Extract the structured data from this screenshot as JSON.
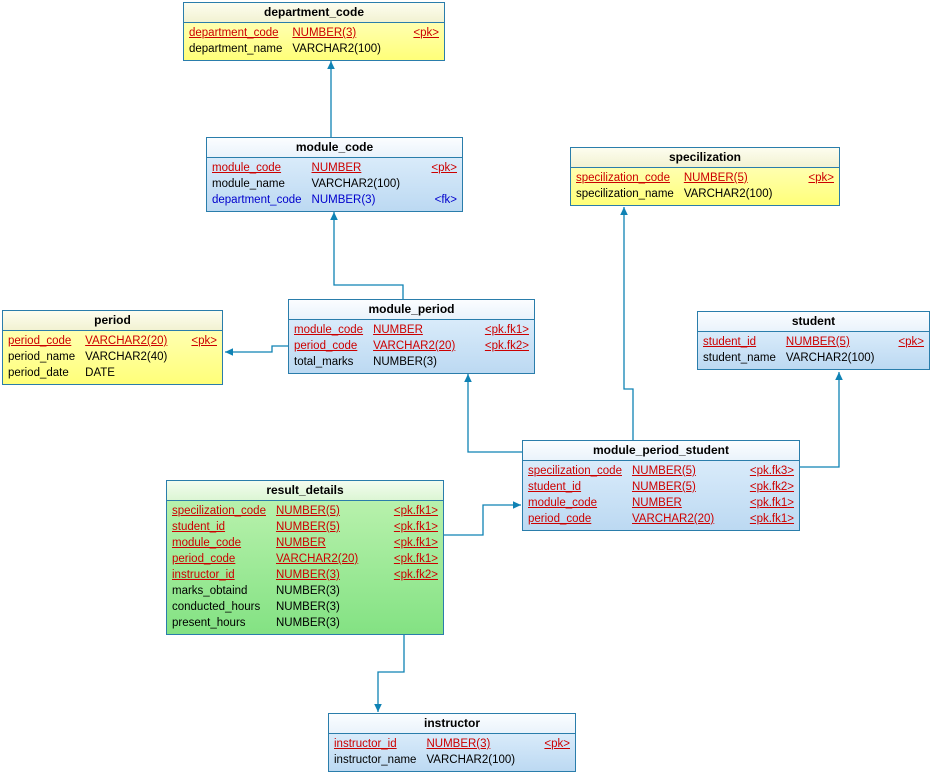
{
  "diagram": {
    "type": "physical-data-model-er-diagram",
    "colors": {
      "connector_line": "#0F82B4",
      "entity_border": "#2A7DAB",
      "pk_text": "#CC0000",
      "fk_text": "#0000CC",
      "plain_text": "#000000",
      "yellow_entity": "#FFFF8C",
      "blue_entity": "#C4DDF4",
      "green_entity": "#8FE68F"
    },
    "entities": {
      "department_code": {
        "title": "department_code",
        "rows": [
          {
            "name": "department_code",
            "type": "NUMBER(3)",
            "key": "<pk>"
          },
          {
            "name": "department_name",
            "type": "VARCHAR2(100)",
            "key": ""
          }
        ]
      },
      "module_code": {
        "title": "module_code",
        "rows": [
          {
            "name": "module_code",
            "type": "NUMBER",
            "key": "<pk>"
          },
          {
            "name": "module_name",
            "type": "VARCHAR2(100)",
            "key": ""
          },
          {
            "name": "department_code",
            "type": "NUMBER(3)",
            "key": "<fk>"
          }
        ]
      },
      "specilization": {
        "title": "specilization",
        "rows": [
          {
            "name": "specilization_code",
            "type": "NUMBER(5)",
            "key": "<pk>"
          },
          {
            "name": "specilization_name",
            "type": "VARCHAR2(100)",
            "key": ""
          }
        ]
      },
      "period": {
        "title": "period",
        "rows": [
          {
            "name": "period_code",
            "type": "VARCHAR2(20)",
            "key": "<pk>"
          },
          {
            "name": "period_name",
            "type": "VARCHAR2(40)",
            "key": ""
          },
          {
            "name": "period_date",
            "type": "DATE",
            "key": ""
          }
        ]
      },
      "module_period": {
        "title": "module_period",
        "rows": [
          {
            "name": "module_code",
            "type": "NUMBER",
            "key": "<pk.fk1>"
          },
          {
            "name": "period_code",
            "type": "VARCHAR2(20)",
            "key": "<pk.fk2>"
          },
          {
            "name": "total_marks",
            "type": "NUMBER(3)",
            "key": ""
          }
        ]
      },
      "student": {
        "title": "student",
        "rows": [
          {
            "name": "student_id",
            "type": "NUMBER(5)",
            "key": "<pk>"
          },
          {
            "name": "student_name",
            "type": "VARCHAR2(100)",
            "key": ""
          }
        ]
      },
      "module_period_student": {
        "title": "module_period_student",
        "rows": [
          {
            "name": "specilization_code",
            "type": "NUMBER(5)",
            "key": "<pk.fk3>"
          },
          {
            "name": "student_id",
            "type": "NUMBER(5)",
            "key": "<pk.fk2>"
          },
          {
            "name": "module_code",
            "type": "NUMBER",
            "key": "<pk.fk1>"
          },
          {
            "name": "period_code",
            "type": "VARCHAR2(20)",
            "key": "<pk.fk1>"
          }
        ]
      },
      "result_details": {
        "title": "result_details",
        "rows": [
          {
            "name": "specilization_code",
            "type": "NUMBER(5)",
            "key": "<pk.fk1>"
          },
          {
            "name": "student_id",
            "type": "NUMBER(5)",
            "key": "<pk.fk1>"
          },
          {
            "name": "module_code",
            "type": "NUMBER",
            "key": "<pk.fk1>"
          },
          {
            "name": "period_code",
            "type": "VARCHAR2(20)",
            "key": "<pk.fk1>"
          },
          {
            "name": "instructor_id",
            "type": "NUMBER(3)",
            "key": "<pk.fk2>"
          },
          {
            "name": "marks_obtaind",
            "type": "NUMBER(3)",
            "key": ""
          },
          {
            "name": "conducted_hours",
            "type": "NUMBER(3)",
            "key": ""
          },
          {
            "name": "present_hours",
            "type": "NUMBER(3)",
            "key": ""
          }
        ]
      },
      "instructor": {
        "title": "instructor",
        "rows": [
          {
            "name": "instructor_id",
            "type": "NUMBER(3)",
            "key": "<pk>"
          },
          {
            "name": "instructor_name",
            "type": "VARCHAR2(100)",
            "key": ""
          }
        ]
      }
    },
    "connectors": [
      {
        "from": "module_code",
        "to": "department_code"
      },
      {
        "from": "module_period",
        "to": "module_code"
      },
      {
        "from": "module_period",
        "to": "period"
      },
      {
        "from": "module_period_student",
        "to": "module_period"
      },
      {
        "from": "module_period_student",
        "to": "specilization"
      },
      {
        "from": "module_period_student",
        "to": "student"
      },
      {
        "from": "result_details",
        "to": "module_period_student"
      },
      {
        "from": "result_details",
        "to": "instructor"
      }
    ]
  }
}
